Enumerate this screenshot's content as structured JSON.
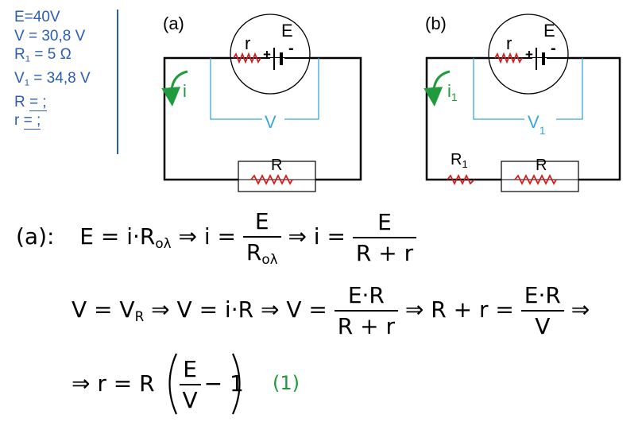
{
  "given": {
    "e": "E=40V",
    "v": "V = 30,8 V",
    "r1_sym": "R",
    "r1_sub": "1",
    "r1_val": " = 5 Ω",
    "v1_sym": "V",
    "v1_sub": "1",
    "v1_val": " = 34,8 V",
    "r_sym": "R ",
    "r_q": "= ;",
    "rr_sym": "r ",
    "rr_q": "= ;"
  },
  "circuit_a": {
    "label": "(a)",
    "emf": "E",
    "internal_r": "r",
    "plus": "+",
    "minus": "-",
    "current": "i",
    "voltmeter": "V",
    "resistor": "R"
  },
  "circuit_b": {
    "label": "(b)",
    "emf": "E",
    "internal_r": "r",
    "plus": "+",
    "minus": "-",
    "current": "i",
    "current_sub": "1",
    "voltmeter": "V",
    "voltmeter_sub": "1",
    "resistor1": "R",
    "resistor1_sub": "1",
    "resistor": "R"
  },
  "colors": {
    "given_text": "#2b5db4",
    "current_arrow": "#1f9a3c",
    "voltmeter": "#3aa7dc",
    "resistor": "#d01f1f",
    "equation_number": "#1f9a3c"
  },
  "equations": {
    "part_label": "(a):",
    "l1_a": "E = i·R",
    "l1_a_sub": "ολ",
    "l1_b": " ⇒ i = ",
    "l1_f1_num": "E",
    "l1_f1_den": "R",
    "l1_f1_den_sub": "ολ",
    "l1_c": " ⇒ i = ",
    "l1_f2_num": "E",
    "l1_f2_den": "R + r",
    "l2_a": "V = V",
    "l2_a_sub": "R",
    "l2_b": " ⇒ V = i·R ⇒ V = ",
    "l2_f1_num": "E·R",
    "l2_f1_den": "R + r",
    "l2_c": " ⇒ R + r = ",
    "l2_f2_num": "E·R",
    "l2_f2_den": "V",
    "l2_d": " ⇒",
    "l3_a": "⇒ r = R",
    "l3_f_num": "E",
    "l3_f_den": "V",
    "l3_b": "− 1",
    "l3_num": "(1)"
  }
}
